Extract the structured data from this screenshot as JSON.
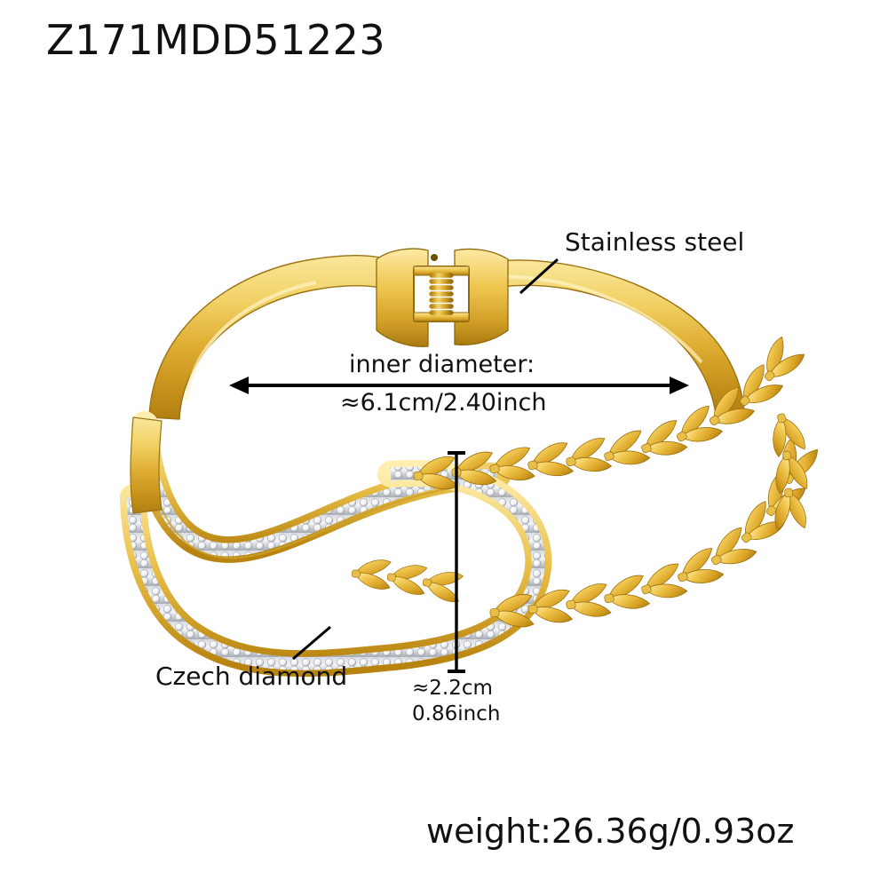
{
  "product": {
    "sku": "Z171MDD51223",
    "weight_label": "weight:26.36g/0.93oz"
  },
  "annotations": {
    "material_label": "Stainless steel",
    "stone_label": "Czech diamond",
    "inner_diameter_title": "inner diameter:",
    "inner_diameter_value": "≈6.1cm/2.40inch",
    "height_cm": "≈2.2cm",
    "height_inch": "0.86inch"
  },
  "colors": {
    "background": "#ffffff",
    "text": "#111111",
    "gold_light": "#f7e08a",
    "gold_mid": "#e3b63a",
    "gold_deep": "#c9911d",
    "gold_shadow": "#a8760f",
    "stone_bed": "#b9bcc2",
    "stone_bright": "#ffffff",
    "leader_line": "#000000"
  },
  "graphic": {
    "subject": "gold-bangle-bracelet",
    "features": [
      "hinged-clasp-with-spring",
      "double-pave-rhinestone-band",
      "laurel-leaf-chain-links",
      "u-turn-loop"
    ]
  },
  "measure_lines": {
    "horizontal_arrow": "inner-diameter-arrow",
    "vertical_bar": "height-dimension-bar"
  }
}
